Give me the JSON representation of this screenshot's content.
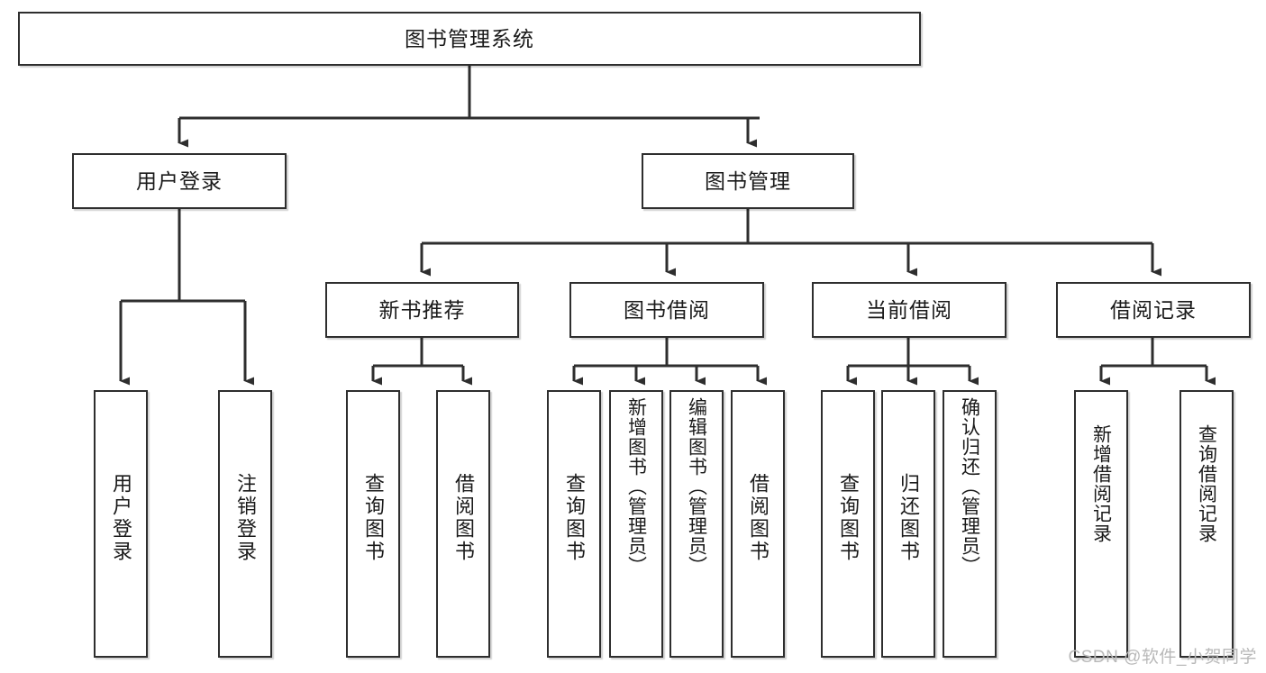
{
  "diagram": {
    "title": "图书管理系统",
    "type": "tree",
    "watermark": "CSDN @软件_小贺同学",
    "colors": {
      "background": "#ffffff",
      "box_border": "#2e2e2e",
      "box_fill": "#ffffff",
      "connector": "#2e2e2e",
      "text": "#1a1a1a",
      "watermark": "#b9b9b9"
    },
    "root": {
      "id": "root",
      "label": "图书管理系统"
    },
    "level1": [
      {
        "id": "user-login",
        "label": "用户登录"
      },
      {
        "id": "book-management",
        "label": "图书管理"
      }
    ],
    "level2": [
      {
        "id": "new-book-recommend",
        "label": "新书推荐",
        "parent": "book-management"
      },
      {
        "id": "book-borrow",
        "label": "图书借阅",
        "parent": "book-management"
      },
      {
        "id": "current-borrow",
        "label": "当前借阅",
        "parent": "book-management"
      },
      {
        "id": "borrow-record",
        "label": "借阅记录",
        "parent": "book-management"
      }
    ],
    "leaves": [
      {
        "id": "leaf-user-login",
        "label": "用户登录",
        "parent": "user-login"
      },
      {
        "id": "leaf-user-logout",
        "label": "注销登录",
        "parent": "user-login"
      },
      {
        "id": "leaf-query-book-1",
        "label": "查询图书",
        "parent": "new-book-recommend"
      },
      {
        "id": "leaf-borrow-book-1",
        "label": "借阅图书",
        "parent": "new-book-recommend"
      },
      {
        "id": "leaf-query-book-2",
        "label": "查询图书",
        "parent": "book-borrow"
      },
      {
        "id": "leaf-add-book",
        "label": "新增图书（管理员）",
        "parent": "book-borrow"
      },
      {
        "id": "leaf-edit-book",
        "label": "编辑图书（管理员）",
        "parent": "book-borrow"
      },
      {
        "id": "leaf-borrow-book-2",
        "label": "借阅图书",
        "parent": "book-borrow"
      },
      {
        "id": "leaf-query-book-3",
        "label": "查询图书",
        "parent": "current-borrow"
      },
      {
        "id": "leaf-return-book",
        "label": "归还图书",
        "parent": "current-borrow"
      },
      {
        "id": "leaf-confirm-return",
        "label": "确认归还（管理员）",
        "parent": "current-borrow"
      },
      {
        "id": "leaf-add-record",
        "label": "新增借阅记录",
        "parent": "borrow-record"
      },
      {
        "id": "leaf-query-record",
        "label": "查询借阅记录",
        "parent": "borrow-record"
      }
    ]
  }
}
